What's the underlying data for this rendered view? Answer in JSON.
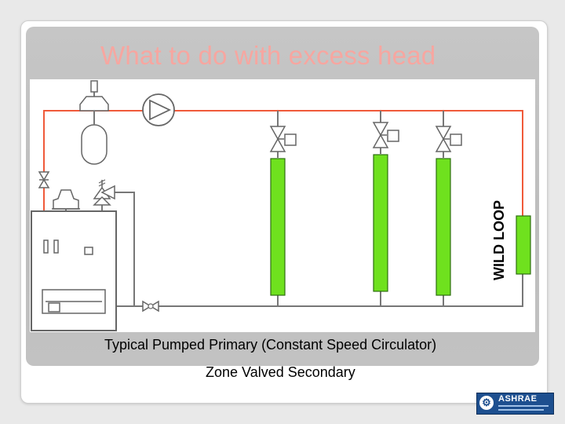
{
  "slide": {
    "title": "What to do with excess head",
    "caption_line1": "Typical Pumped Primary (Constant Speed Circulator)",
    "caption_line2": "Zone Valved Secondary"
  },
  "diagram": {
    "loop_label": "WILD LOOP",
    "colors": {
      "pipe": "#f05a3a",
      "supply_riser": "#f05a3a",
      "terminal_fill": "#6fe11e",
      "terminal_stroke": "#2e6e12",
      "equipment_stroke": "#555555",
      "panel_background": "#bebebe"
    },
    "components": [
      "expansion-tank",
      "air-separator",
      "circulator-pump",
      "relief-valve",
      "boiler",
      "zone-valves",
      "terminal-units",
      "wild-loop-terminal"
    ]
  },
  "logo": {
    "name": "ASHRAE",
    "alt": "ASHRAE logo"
  }
}
